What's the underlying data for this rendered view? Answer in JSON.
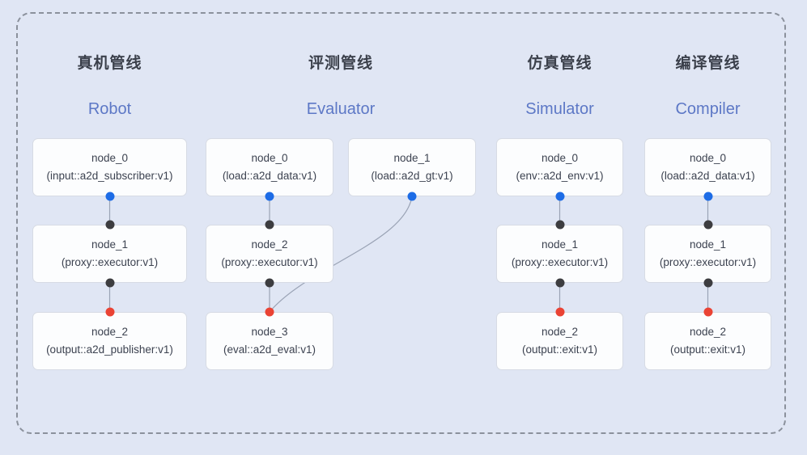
{
  "colors": {
    "background": "#e0e6f4",
    "frame_dash": "#8b919c",
    "card_background": "#fcfdfe",
    "card_border": "#d7dbe4",
    "edge_line": "#9aa3b5",
    "title_cn_color": "#3b404b",
    "title_en_color": "#5d78c6",
    "blue_dot": "#1d6ce6",
    "black_dot": "#3d3d40",
    "red_dot": "#ea4334"
  },
  "pipelines": [
    {
      "title_cn": "真机管线",
      "title_en": "Robot",
      "nodes": [
        {
          "name": "node_0",
          "type": "(input::a2d_subscriber:v1)"
        },
        {
          "name": "node_1",
          "type": "(proxy::executor:v1)"
        },
        {
          "name": "node_2",
          "type": "(output::a2d_publisher:v1)"
        }
      ]
    },
    {
      "title_cn": "评测管线",
      "title_en": "Evaluator",
      "nodes": [
        {
          "name": "node_0",
          "type": "(load::a2d_data:v1)"
        },
        {
          "name": "node_1",
          "type": "(load::a2d_gt:v1)"
        },
        {
          "name": "node_2",
          "type": "(proxy::executor:v1)"
        },
        {
          "name": "node_3",
          "type": "(eval::a2d_eval:v1)"
        }
      ]
    },
    {
      "title_cn": "仿真管线",
      "title_en": "Simulator",
      "nodes": [
        {
          "name": "node_0",
          "type": "(env::a2d_env:v1)"
        },
        {
          "name": "node_1",
          "type": "(proxy::executor:v1)"
        },
        {
          "name": "node_2",
          "type": "(output::exit:v1)"
        }
      ]
    },
    {
      "title_cn": "编译管线",
      "title_en": "Compiler",
      "nodes": [
        {
          "name": "node_0",
          "type": "(load::a2d_data:v1)"
        },
        {
          "name": "node_1",
          "type": "(proxy::executor:v1)"
        },
        {
          "name": "node_2",
          "type": "(output::exit:v1)"
        }
      ]
    }
  ]
}
